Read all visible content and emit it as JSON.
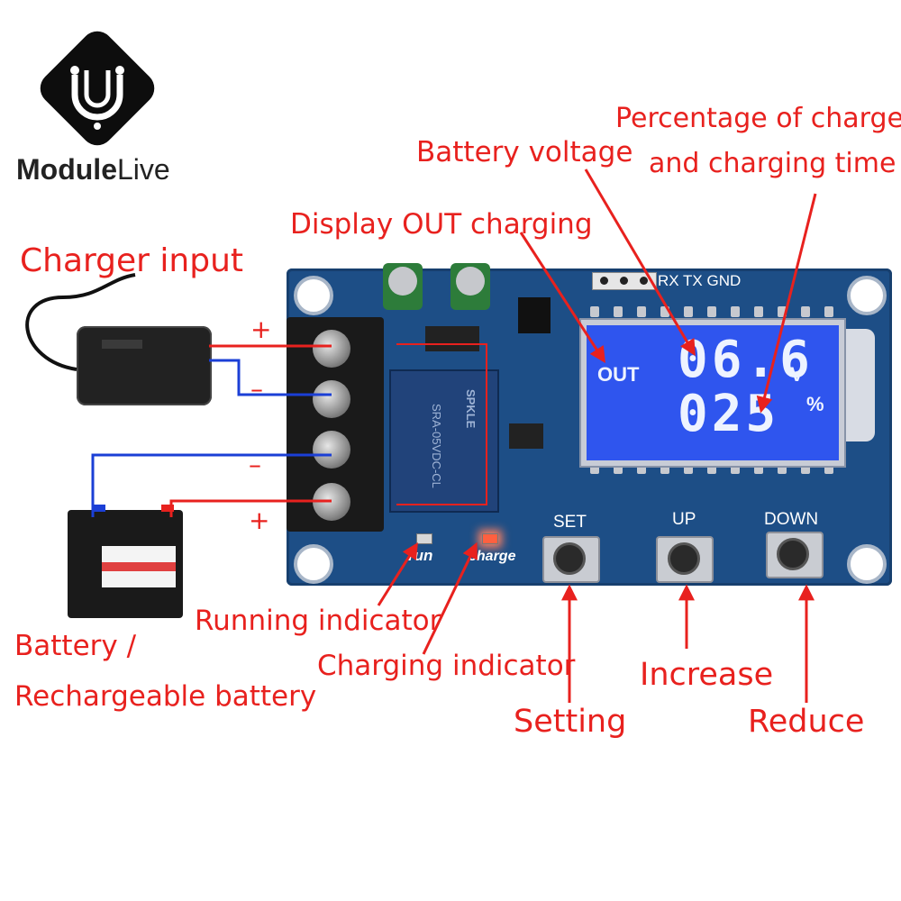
{
  "brand": {
    "name_bold": "Module",
    "name_light": "Live"
  },
  "labels": {
    "charger_input": "Charger input",
    "display_out_charging": "Display OUT charging",
    "battery_voltage": "Battery voltage",
    "percentage_line1": "Percentage of charge",
    "percentage_line2": "and charging time",
    "running_indicator": "Running indicator",
    "charging_indicator": "Charging indicator",
    "battery_line1": "Battery /",
    "battery_line2": "Rechargeable battery",
    "setting": "Setting",
    "increase": "Increase",
    "reduce": "Reduce"
  },
  "polarity": {
    "plus_top": "+",
    "minus_top": "–",
    "minus_bottom": "–",
    "plus_bottom": "+"
  },
  "pcb": {
    "header_pins": "RX TX GND",
    "relay_model": "SRA-05VDC-CL",
    "relay_brand": "SPKLE",
    "run_label": "run",
    "charge_label": "charge",
    "button_set": "SET",
    "button_up": "UP",
    "button_down": "DOWN",
    "lcd": {
      "out": "OUT",
      "voltage": "06.6",
      "voltage_unit": "V",
      "percent": "025",
      "percent_unit": "%"
    }
  },
  "colors": {
    "label_red": "#e8211e",
    "pcb_blue": "#1d4e86",
    "lcd_blue": "#2f55ee",
    "wire_blue": "#1b3fd6",
    "wire_red": "#e8211e"
  }
}
